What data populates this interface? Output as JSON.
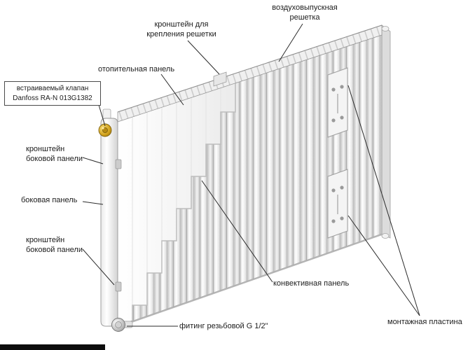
{
  "diagram": {
    "type": "technical-illustration",
    "subject": "панельный радиатор отопления (устройство, вид в разрезе)",
    "labels": {
      "air_grille": "воздуховыпускная решетка",
      "grille_bracket": "кронштейн для крепления решетки",
      "heating_panel": "отопительная панель",
      "valve_line1": "встраиваемый клапан",
      "valve_line2": "Danfoss RA-N 013G1382",
      "side_bracket_top": "кронштейн боковой панели",
      "side_panel": "боковая панель",
      "side_bracket_bottom": "кронштейн боковой панели",
      "convective_panel": "конвективная панель",
      "fitting": "фитинг резьбовой G 1/2\"",
      "mounting_plate": "монтажная пластина"
    },
    "colors": {
      "leader": "#2b2b2b",
      "valve_brass": "#d2a318",
      "metal_light": "#f5f5f5",
      "metal_shadow": "#c9c9c9",
      "background": "#ffffff"
    }
  }
}
